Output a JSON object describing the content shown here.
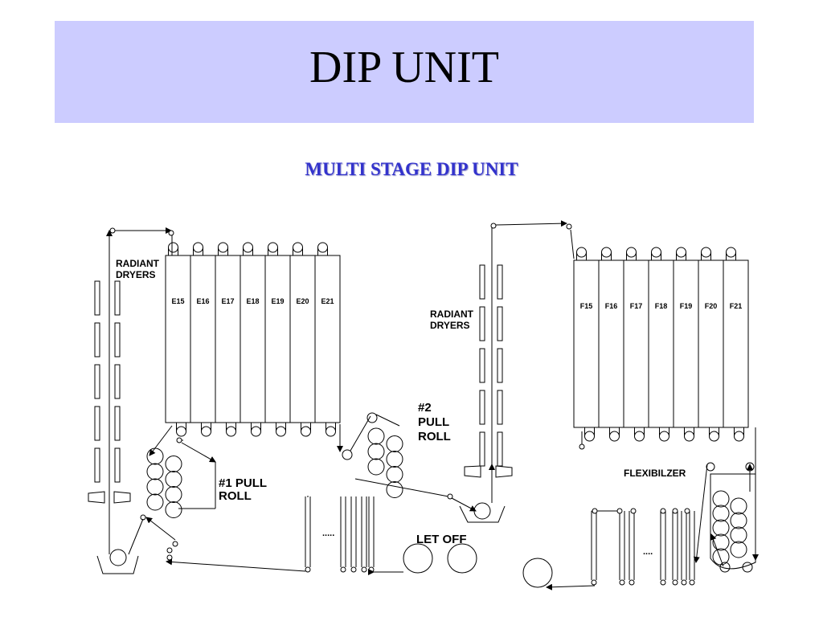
{
  "slide": {
    "title": "DIP UNIT",
    "subtitle": "MULTI STAGE  DIP UNIT"
  },
  "left_unit": {
    "radiant_dryers_line1": "RADIANT",
    "radiant_dryers_line2": "DRYERS",
    "zones": [
      "E15",
      "E16",
      "E17",
      "E18",
      "E19",
      "E20",
      "E21"
    ],
    "pull_roll_line1": "#1 PULL",
    "pull_roll_line2": "ROLL",
    "ellipsis": "....."
  },
  "right_unit": {
    "radiant_dryers_line1": "RADIANT",
    "radiant_dryers_line2": "DRYERS",
    "zones": [
      "F15",
      "F16",
      "F17",
      "F18",
      "F19",
      "F20",
      "F21"
    ],
    "pull_roll_line1": "#2",
    "pull_roll_line2": "PULL",
    "pull_roll_line3": "ROLL",
    "flexibilizer": "FLEXIBILZER",
    "ellipsis": "....",
    "let_off": "LET OFF"
  }
}
